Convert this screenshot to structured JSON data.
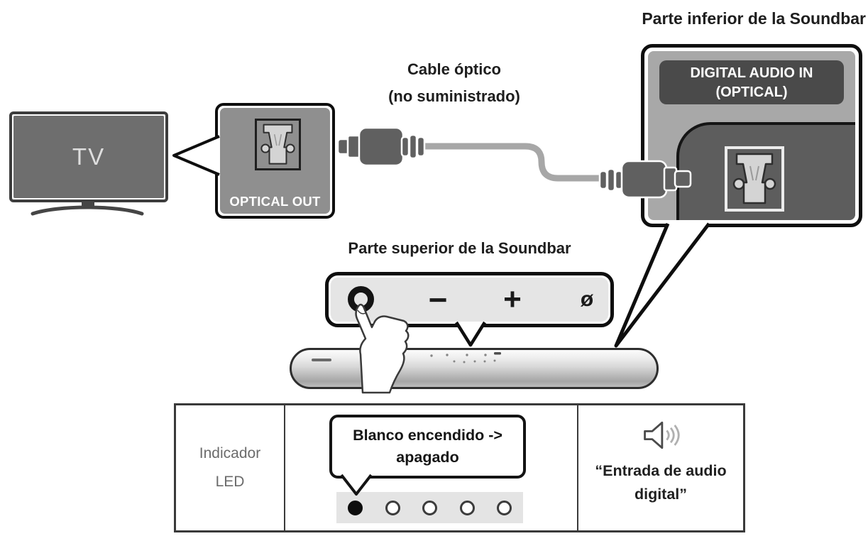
{
  "diagram": {
    "labels": {
      "soundbar_bottom": "Parte inferior de la Soundbar",
      "cable_line1": "Cable óptico",
      "cable_line2": "(no suministrado)",
      "soundbar_top": "Parte superior de la Soundbar"
    },
    "tv": {
      "label": "TV",
      "port_label": "OPTICAL OUT"
    },
    "soundbar_port": {
      "label_line1": "DIGITAL AUDIO IN",
      "label_line2": "(OPTICAL)"
    },
    "control_panel": {
      "multifunction_icon": "ring",
      "volume_down": "−",
      "volume_up": "+",
      "mic_off": "ø"
    }
  },
  "table": {
    "col1_line1": "Indicador",
    "col1_line2": "LED",
    "bubble_line1": "Blanco encendido ->",
    "bubble_line2": "apagado",
    "led_states": [
      "on",
      "off",
      "off",
      "off",
      "off"
    ],
    "voice_line1": "“Entrada de audio",
    "voice_line2": "digital”"
  },
  "colors": {
    "outline_black": "#0e0e0e",
    "tv_screen_gray": "#6e6e6e",
    "callout_gray": "#a8a8a8",
    "port_label_gray": "#4a4a4a",
    "cable_gray": "#a7a7a7",
    "connector_gray": "#606060",
    "panel_fill": "#e5e5e5",
    "led_on": "#0d0d0d",
    "led_strip": "#e4e4e4"
  }
}
